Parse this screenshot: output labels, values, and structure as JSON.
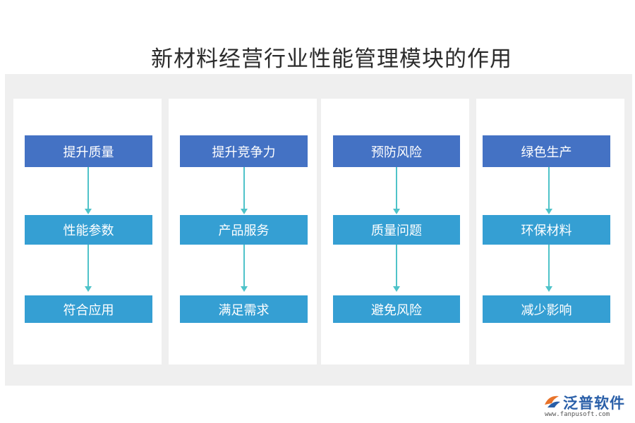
{
  "title": "新材料经营行业性能管理模块的作用",
  "columns": [
    {
      "top": "提升质量",
      "middle": "性能参数",
      "bottom": "符合应用"
    },
    {
      "top": "提升竞争力",
      "middle": "产品服务",
      "bottom": "满足需求"
    },
    {
      "top": "预防风险",
      "middle": "质量问题",
      "bottom": "避免风险"
    },
    {
      "top": "绿色生产",
      "middle": "环保材料",
      "bottom": "减少影响"
    }
  ],
  "logo": {
    "name": "泛普软件",
    "url": "www.fanpusoft.com"
  },
  "colors": {
    "top_box": "#4472c4",
    "sub_box": "#359fd3",
    "arrow": "#4fc3c9",
    "panel": "#efefef"
  }
}
